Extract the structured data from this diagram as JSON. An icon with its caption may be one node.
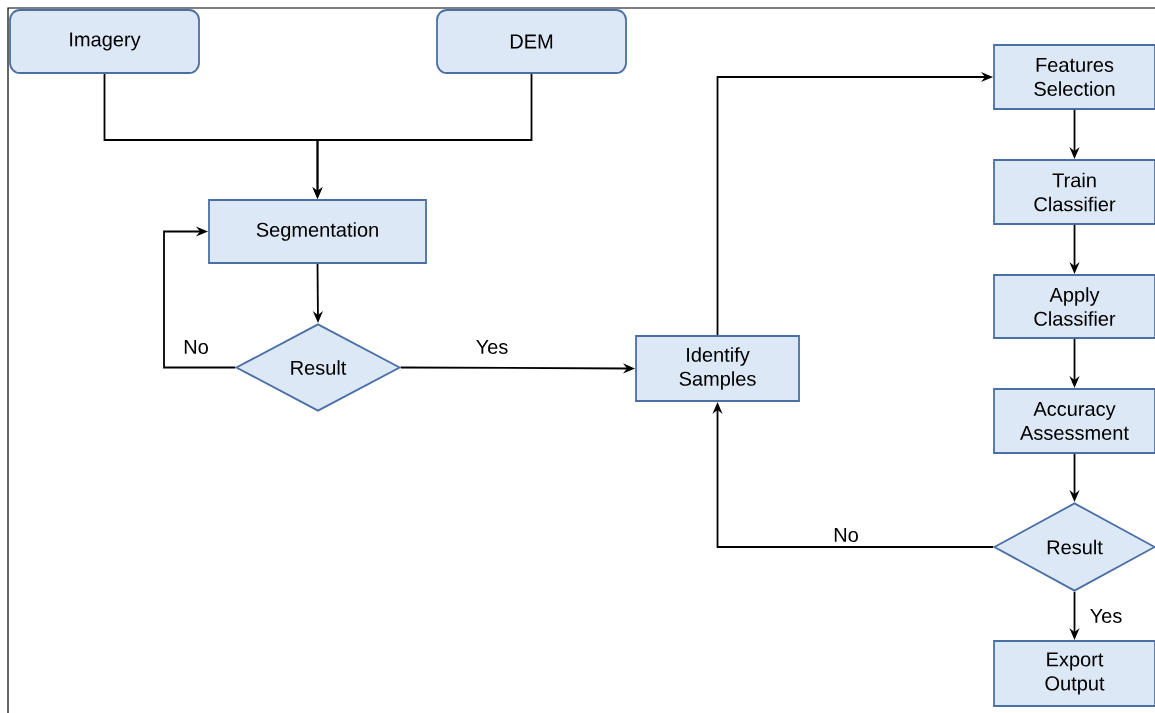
{
  "diagram": {
    "nodes": [
      {
        "text": [
          "Imagery"
        ]
      },
      {
        "text": [
          "DEM"
        ]
      },
      {
        "text": [
          "Segmentation"
        ]
      },
      {
        "text": [
          "Result"
        ]
      },
      {
        "text": [
          "Identify Samples"
        ]
      },
      {
        "text": [
          "Features Selection"
        ]
      },
      {
        "text": [
          "Train Classifier"
        ]
      },
      {
        "text": [
          "Apply Classifier"
        ]
      },
      {
        "text": [
          "Accuracy Assessment"
        ]
      },
      {
        "text": [
          "Result"
        ]
      },
      {
        "text": [
          "Export Output"
        ]
      }
    ],
    "edges": [
      {
        "from": 0,
        "to": 2,
        "arrow": "to"
      },
      {
        "from": 1,
        "to": 2,
        "arrow": "to"
      },
      {
        "from": 2,
        "to": 3,
        "arrow": "to"
      },
      {
        "from": 3,
        "to": 2,
        "arrow": "to",
        "label": "No"
      },
      {
        "from": 3,
        "to": 4,
        "arrow": "to",
        "label": "Yes"
      },
      {
        "from": 4,
        "to": 5,
        "arrow": "to"
      },
      {
        "from": 5,
        "to": 6,
        "arrow": "to"
      },
      {
        "from": 6,
        "to": 7,
        "arrow": "to"
      },
      {
        "from": 7,
        "to": 8,
        "arrow": "to"
      },
      {
        "from": 8,
        "to": 9,
        "arrow": "to"
      },
      {
        "from": 9,
        "to": 4,
        "arrow": "to",
        "label": "No"
      },
      {
        "from": 9,
        "to": 10,
        "arrow": "to",
        "label": "Yes"
      }
    ]
  }
}
